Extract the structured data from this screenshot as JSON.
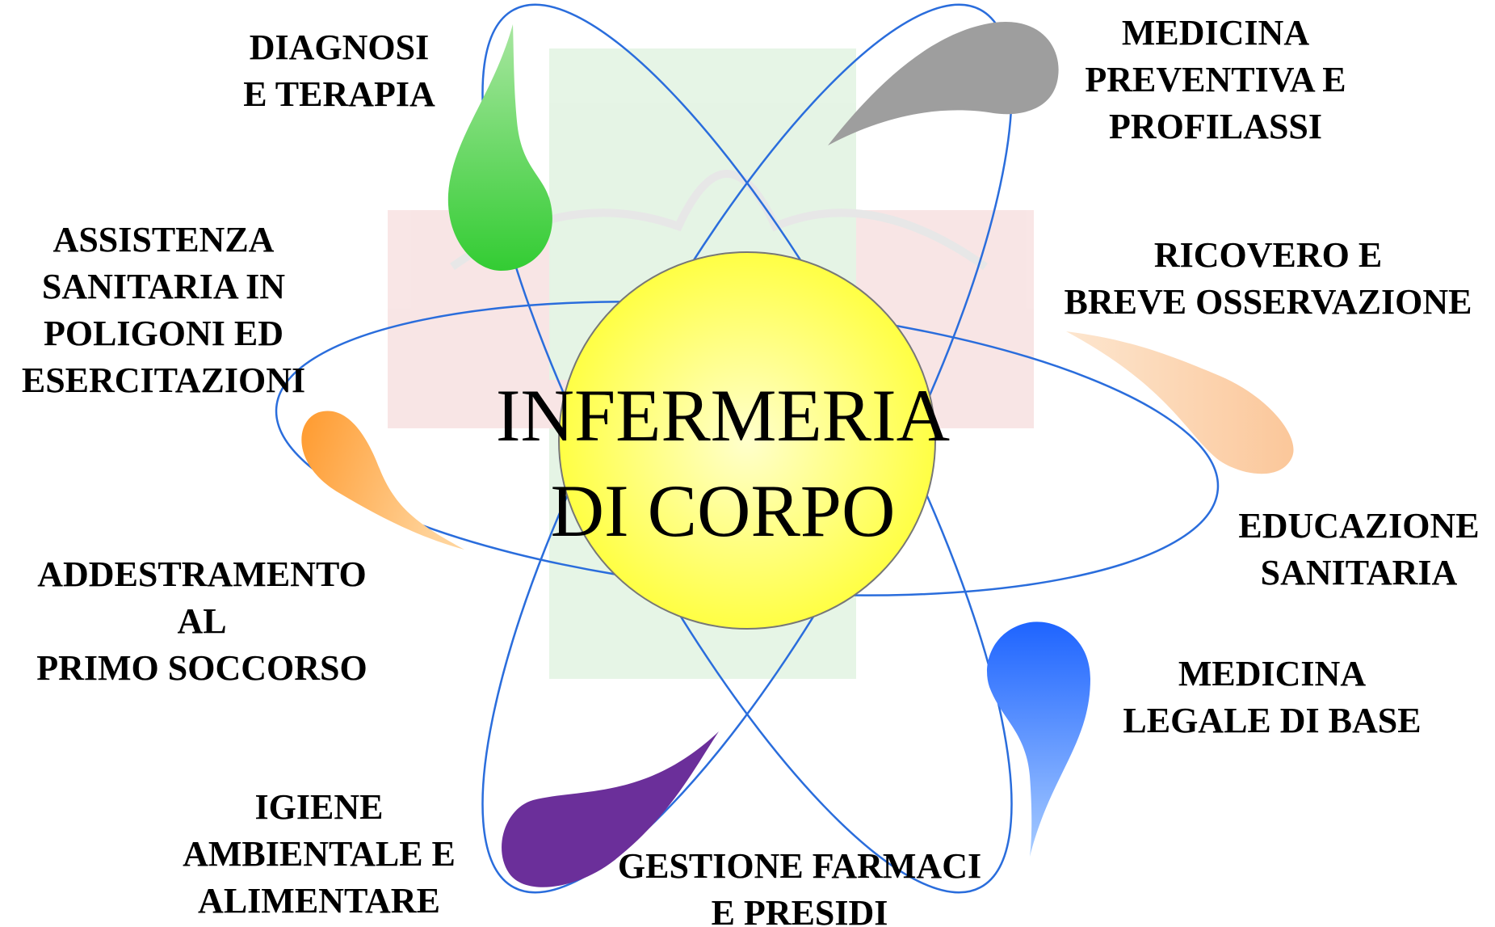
{
  "center": {
    "lines": [
      "INFERMERIA",
      "DI CORPO"
    ],
    "fill": "#ffff44"
  },
  "orbit_color": "#2a6ddc",
  "labels": {
    "diagnosi": {
      "lines": [
        "DIAGNOSI",
        "E TERAPIA"
      ]
    },
    "medicina_prev": {
      "lines": [
        "MEDICINA",
        "PREVENTIVA E",
        "PROFILASSI"
      ]
    },
    "assistenza": {
      "lines": [
        "ASSISTENZA",
        "SANITARIA IN",
        "POLIGONI ED",
        "ESERCITAZIONI"
      ]
    },
    "ricovero": {
      "lines": [
        "RICOVERO E",
        "BREVE OSSERVAZIONE"
      ]
    },
    "educazione": {
      "lines": [
        "EDUCAZIONE",
        "SANITARIA"
      ]
    },
    "addestramento": {
      "lines": [
        "ADDESTRAMENTO",
        "AL",
        "PRIMO SOCCORSO"
      ]
    },
    "medicina_leg": {
      "lines": [
        "MEDICINA",
        "LEGALE DI BASE"
      ]
    },
    "igiene": {
      "lines": [
        "IGIENE",
        "AMBIENTALE E",
        "ALIMENTARE"
      ]
    },
    "farmaci": {
      "lines": [
        "GESTIONE FARMACI",
        "E PRESIDI"
      ]
    }
  },
  "drops": {
    "green": {
      "name": "green-drop",
      "from": "#a8e6a0",
      "to": "#33cc33"
    },
    "gray": {
      "name": "gray-drop",
      "from": "#9e9e9e",
      "to": "#9e9e9e"
    },
    "peach": {
      "name": "peach-drop",
      "from": "#fde6cf",
      "to": "#fbc79a"
    },
    "orange": {
      "name": "orange-drop",
      "from": "#ff9a2e",
      "to": "#ffd39a"
    },
    "blue": {
      "name": "blue-drop",
      "from": "#1e64ff",
      "to": "#a8ccff"
    },
    "purple": {
      "name": "purple-drop",
      "from": "#6b2f9a",
      "to": "#6b2f9a"
    }
  }
}
